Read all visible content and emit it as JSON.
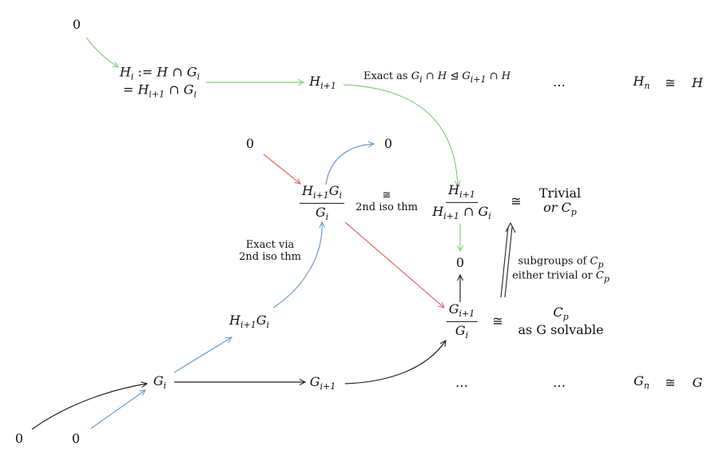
{
  "colors": {
    "green": "#7fd07a",
    "blue": "#6b9bd6",
    "red": "#e06b6b",
    "black": "#222222"
  },
  "nodes": {
    "zero_top": "0",
    "Hi_def_line1": "H_i := H ∩ G_i",
    "Hi_def_line2": "= H_{i+1} ∩ G_i",
    "Hi1": "H_{i+1}",
    "dots_top": "…",
    "Hn": "H_n",
    "cong_top": "≅",
    "H_top": "H",
    "zero_mid_left": "0",
    "zero_mid_right": "0",
    "quot_mid_num": "H_{i+1}G_i",
    "quot_mid_den": "G_i",
    "quot_right_num": "H_{i+1}",
    "quot_right_den": "H_{i+1} ∩ G_i",
    "cong_mid_right": "≅",
    "trivial_line1": "Trivial",
    "trivial_line2": "or C_p",
    "zero_center": "0",
    "Hi1Gi": "H_{i+1}G_i",
    "quot_low_num": "G_{i+1}",
    "quot_low_den": "G_i",
    "cong_low": "≅",
    "cp_line1": "C_p",
    "cp_line2": "as G solvable",
    "Gi": "G_i",
    "Gi1": "G_{i+1}",
    "dots_bottom_1": "…",
    "dots_bottom_2": "…",
    "Gn": "G_n",
    "cong_bottom": "≅",
    "G_bottom": "G",
    "zero_bl1": "0",
    "zero_bl2": "0"
  },
  "annotations": {
    "exact_as_prefix": "Exact as ",
    "exact_as_math": "G_i ∩ H ⊴ G_{i+1} ∩ H",
    "iso_symbol": "≅",
    "iso_text": "2nd iso thm",
    "exact_via_line1": "Exact via",
    "exact_via_line2": "2nd iso thm",
    "subgroups_line1_prefix": "subgroups of ",
    "subgroups_line1_math": "C_p",
    "subgroups_line2_prefix": "either trivial or ",
    "subgroups_line2_math": "C_p"
  }
}
